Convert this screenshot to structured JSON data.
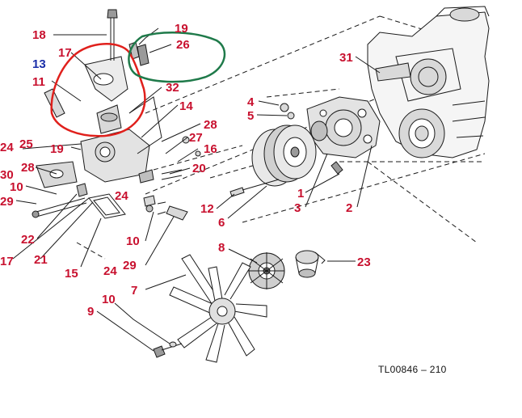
{
  "diagram": {
    "reference_code": "TL00846 – 210",
    "colors": {
      "label": "#c8102e",
      "label_highlight": "#1a2ea8",
      "line": "#1a1a1a",
      "part_fill": "#d9d9d9",
      "red_circle": "#e0201c",
      "green_circle": "#1f7a4a"
    },
    "labels": [
      {
        "id": "18",
        "text": "18"
      },
      {
        "id": "17a",
        "text": "17"
      },
      {
        "id": "13",
        "text": "13",
        "highlight": true
      },
      {
        "id": "11",
        "text": "11"
      },
      {
        "id": "19a",
        "text": "19"
      },
      {
        "id": "26",
        "text": "26"
      },
      {
        "id": "32",
        "text": "32"
      },
      {
        "id": "14",
        "text": "14"
      },
      {
        "id": "28a",
        "text": "28"
      },
      {
        "id": "27",
        "text": "27"
      },
      {
        "id": "16",
        "text": "16"
      },
      {
        "id": "20",
        "text": "20"
      },
      {
        "id": "24a",
        "text": "24"
      },
      {
        "id": "25",
        "text": "25"
      },
      {
        "id": "19b",
        "text": "19"
      },
      {
        "id": "30",
        "text": "30"
      },
      {
        "id": "28b",
        "text": "28"
      },
      {
        "id": "10a",
        "text": "10"
      },
      {
        "id": "29a",
        "text": "29"
      },
      {
        "id": "24b",
        "text": "24"
      },
      {
        "id": "22",
        "text": "22"
      },
      {
        "id": "17b",
        "text": "17"
      },
      {
        "id": "21",
        "text": "21"
      },
      {
        "id": "15",
        "text": "15"
      },
      {
        "id": "12",
        "text": "12"
      },
      {
        "id": "6",
        "text": "6"
      },
      {
        "id": "10b",
        "text": "10"
      },
      {
        "id": "24c",
        "text": "24"
      },
      {
        "id": "29b",
        "text": "29"
      },
      {
        "id": "4",
        "text": "4"
      },
      {
        "id": "5",
        "text": "5"
      },
      {
        "id": "1",
        "text": "1"
      },
      {
        "id": "3",
        "text": "3"
      },
      {
        "id": "2",
        "text": "2"
      },
      {
        "id": "31",
        "text": "31"
      },
      {
        "id": "8",
        "text": "8"
      },
      {
        "id": "23",
        "text": "23"
      },
      {
        "id": "7",
        "text": "7"
      },
      {
        "id": "10c",
        "text": "10"
      },
      {
        "id": "9",
        "text": "9"
      }
    ]
  }
}
